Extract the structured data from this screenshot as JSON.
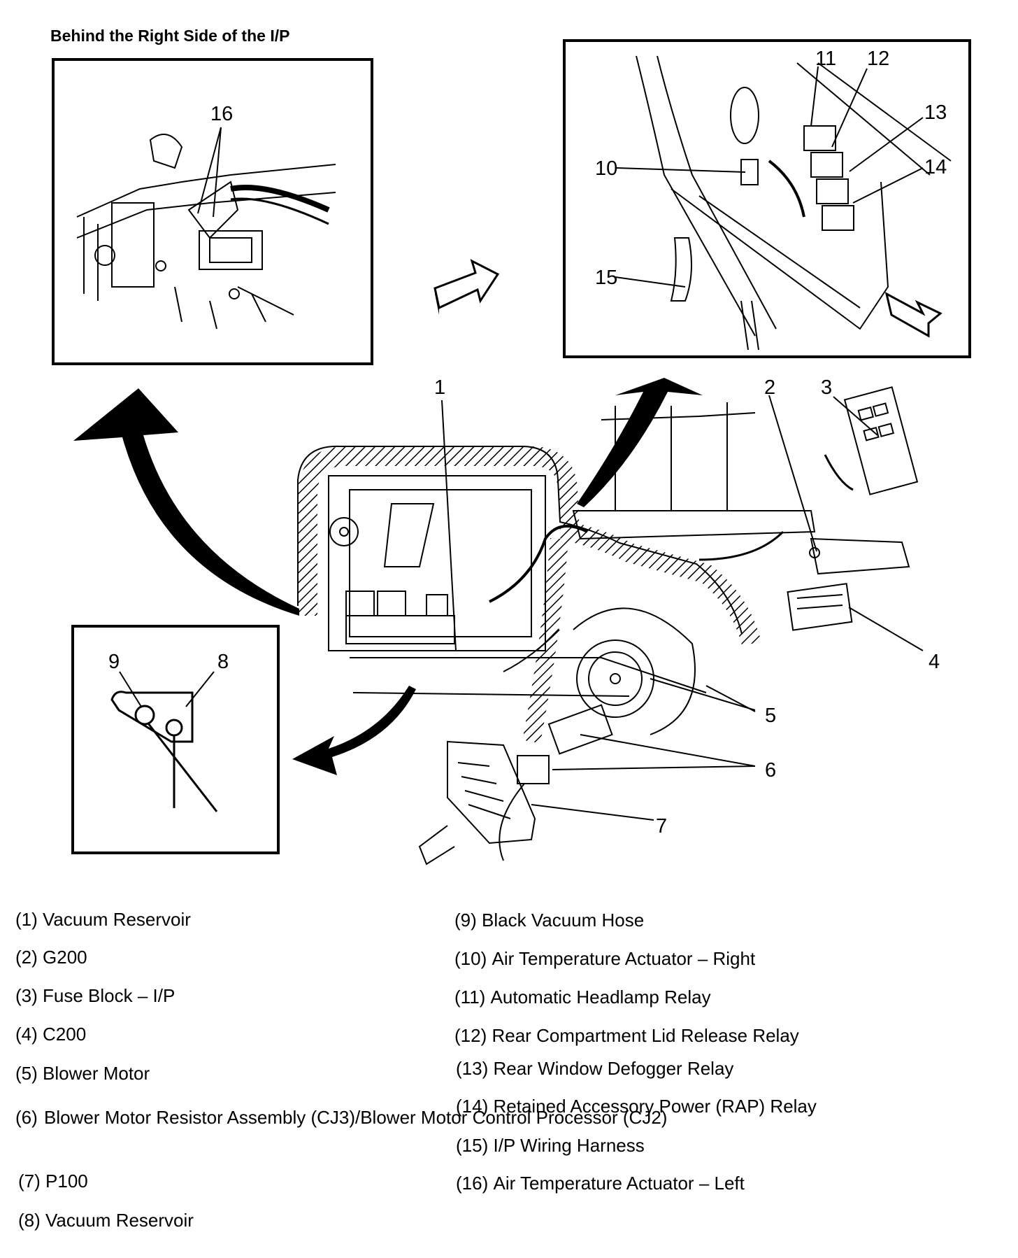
{
  "title": "Behind the Right Side of the I/P",
  "callouts": [
    "1",
    "2",
    "3",
    "4",
    "5",
    "6",
    "7",
    "8",
    "9",
    "10",
    "11",
    "12",
    "13",
    "14",
    "15",
    "16"
  ],
  "legend": {
    "left": [
      {
        "num": "(1)",
        "text": "Vacuum Reservoir"
      },
      {
        "num": "(2)",
        "text": "G200"
      },
      {
        "num": "(3)",
        "text": "Fuse Block – I/P"
      },
      {
        "num": "(4)",
        "text": "C200"
      },
      {
        "num": "(5)",
        "text": "Blower Motor"
      },
      {
        "num": "(6)",
        "text": "Blower Motor Resistor Assembly (CJ3)/Blower Motor Control Processor (CJ2)"
      },
      {
        "num": "(7)",
        "text": "P100"
      },
      {
        "num": "(8)",
        "text": "Vacuum Reservoir"
      }
    ],
    "right": [
      {
        "num": "(9)",
        "text": "Black Vacuum Hose"
      },
      {
        "num": "(10)",
        "text": "Air Temperature Actuator – Right"
      },
      {
        "num": "(11)",
        "text": "Automatic Headlamp Relay"
      },
      {
        "num": "(12)",
        "text": "Rear Compartment Lid Release Relay"
      },
      {
        "num": "(13)",
        "text": "Rear Window Defogger Relay"
      },
      {
        "num": "(14)",
        "text": "Retained Accessory Power (RAP) Relay"
      },
      {
        "num": "(15)",
        "text": "I/P Wiring Harness"
      },
      {
        "num": "(16)",
        "text": "Air Temperature Actuator – Left"
      }
    ]
  }
}
